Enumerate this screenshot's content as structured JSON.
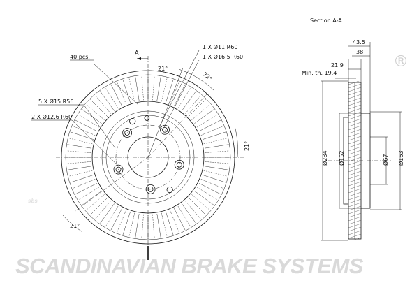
{
  "watermark": {
    "text": "sbs",
    "registered": "®"
  },
  "brand": {
    "name": "SCANDINAVIAN BRAKE SYSTEMS"
  },
  "front_view": {
    "cut_mark": "A",
    "labels": {
      "vanes": "40 pcs.",
      "hole_11": "1 X Ø11 R60",
      "hole_16": "1 X Ø16.5 R60",
      "bolt_holes": "5 X Ø15 R56",
      "pin_holes": "2 X Ø12.6 R60",
      "angle_top": "21°",
      "angle_72": "72°",
      "angle_right": "21°",
      "angle_bottom": "21°"
    }
  },
  "section": {
    "title": "Section A-A",
    "dims": {
      "overall_width": "43.5",
      "hat_width": "38",
      "disc_thickness": "21.9",
      "min_thickness": "Min. th. 19.4",
      "outer_diameter": "Ø284",
      "diameter_152": "Ø152",
      "diameter_67": "Ø67",
      "diameter_163": "Ø163"
    }
  }
}
